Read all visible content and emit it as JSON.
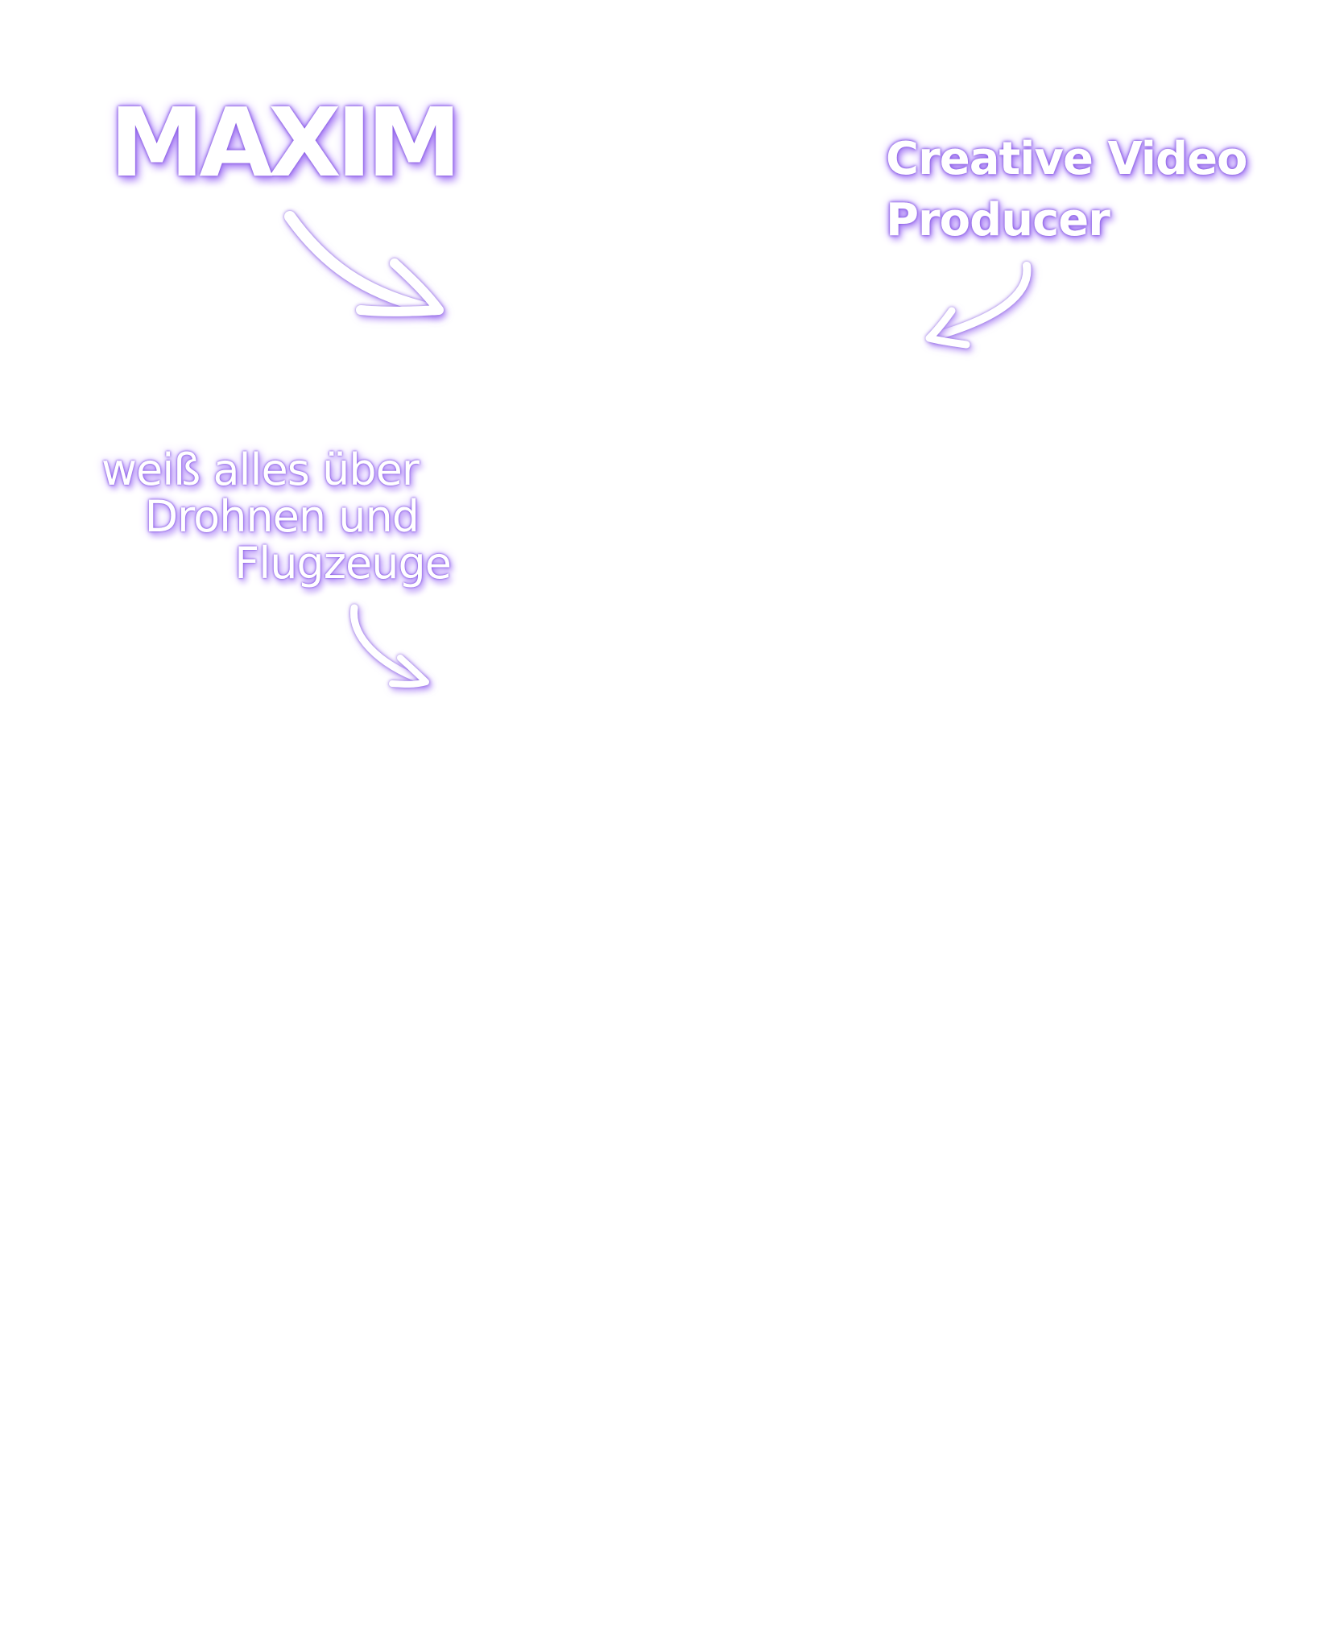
{
  "title": "MAXIM",
  "role": {
    "line1": "Creative Video",
    "line2": "Producer"
  },
  "fact": {
    "line1": "weiß alles über",
    "line2": "Drohnen und",
    "line3": "Flugzeuge"
  },
  "colors": {
    "text": "#ffffff",
    "glow": "#9a6ef0",
    "background": "#ffffff"
  },
  "icons": [
    "arrow-right-down-icon",
    "arrow-left-down-icon",
    "arrow-curved-down-icon"
  ]
}
